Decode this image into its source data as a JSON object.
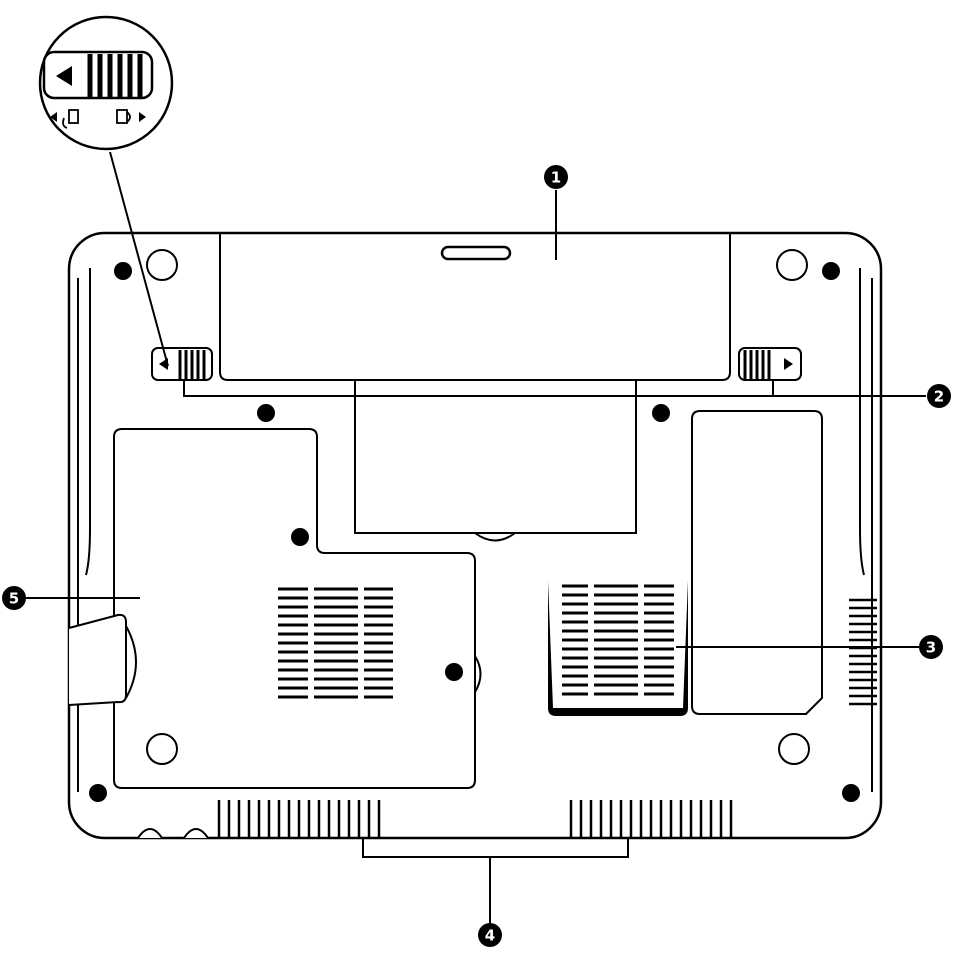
{
  "colors": {
    "ink": "#000000",
    "paper": "#ffffff"
  },
  "icons": {
    "latch_detail": "battery-latch-magnified-icon",
    "unlock_symbol": "unlock-arrow-icon",
    "lock_symbol": "lock-arrow-icon"
  },
  "callouts": [
    {
      "id": "1",
      "label": "1"
    },
    {
      "id": "2",
      "label": "2"
    },
    {
      "id": "3",
      "label": "3"
    },
    {
      "id": "4",
      "label": "4"
    },
    {
      "id": "5",
      "label": "5"
    }
  ]
}
